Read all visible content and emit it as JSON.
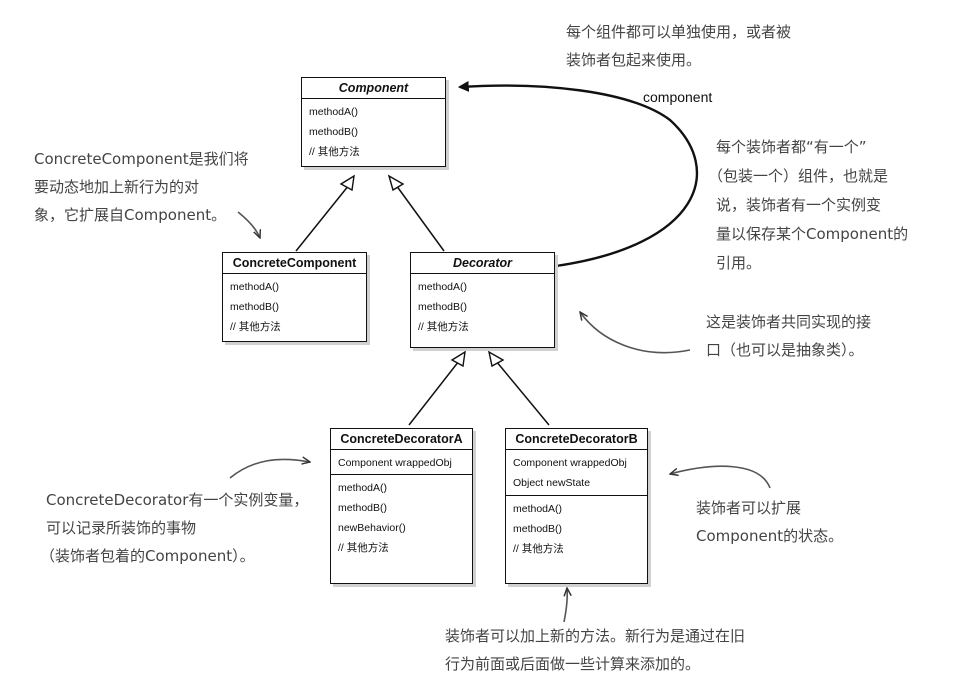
{
  "classes": {
    "component": {
      "title": "Component",
      "operations": [
        "methodA()",
        "methodB()",
        "// 其他方法"
      ]
    },
    "concrete_component": {
      "title": "ConcreteComponent",
      "operations": [
        "methodA()",
        "methodB()",
        "// 其他方法"
      ]
    },
    "decorator": {
      "title": "Decorator",
      "operations": [
        "methodA()",
        "methodB()",
        "// 其他方法"
      ]
    },
    "concrete_decorator_a": {
      "title": "ConcreteDecoratorA",
      "attributes": [
        "Component wrappedObj"
      ],
      "operations": [
        "methodA()",
        "methodB()",
        "newBehavior()",
        "// 其他方法"
      ]
    },
    "concrete_decorator_b": {
      "title": "ConcreteDecoratorB",
      "attributes": [
        "Component wrappedObj",
        "Object newState"
      ],
      "operations": [
        "methodA()",
        "methodB()",
        "// 其他方法"
      ]
    }
  },
  "edge_labels": {
    "component_link": "component"
  },
  "notes": {
    "top_right": [
      "每个组件都可以单独使用，或者被",
      "装饰者包起来使用。"
    ],
    "concrete_component": [
      "ConcreteComponent是我们将",
      "要动态地加上新行为的对",
      "象，它扩展自Component。"
    ],
    "decorator_has_a": [
      "每个装饰者都“有一个”",
      "（包装一个）组件，也就是",
      "说，装饰者有一个实例变",
      "量以保存某个Component的",
      "引用。"
    ],
    "decorator_interface": [
      "这是装饰者共同实现的接",
      "口（也可以是抽象类）。"
    ],
    "concrete_decorator_a": [
      "ConcreteDecorator有一个实例变量，",
      "可以记录所装饰的事物",
      "（装饰者包着的Component）。"
    ],
    "concrete_decorator_b": [
      "装饰者可以扩展",
      "Component的状态。"
    ],
    "bottom": [
      "装饰者可以加上新的方法。新行为是通过在旧",
      "行为前面或后面做一些计算来添加的。"
    ]
  }
}
